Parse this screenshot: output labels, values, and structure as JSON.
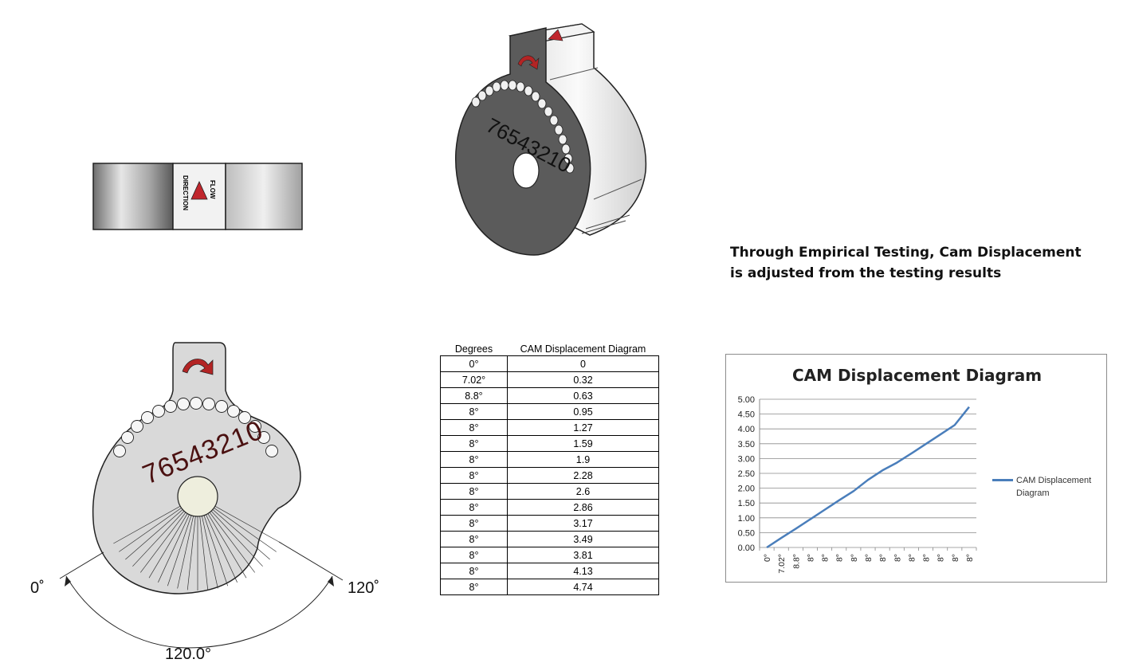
{
  "drawing": {
    "flow_label": "FLOW",
    "direction_label": "DIRECTION",
    "dial_digits": "76543210",
    "angle_left": "0˚",
    "angle_right": "120˚",
    "angle_span": "120.0°"
  },
  "note": {
    "line1": "Through Empirical Testing, Cam Displacement",
    "line2": "is adjusted from the testing results"
  },
  "table": {
    "headers": [
      "Degrees",
      "CAM Displacement Diagram"
    ],
    "rows": [
      [
        "0°",
        "0"
      ],
      [
        "7.02°",
        "0.32"
      ],
      [
        "8.8°",
        "0.63"
      ],
      [
        "8°",
        "0.95"
      ],
      [
        "8°",
        "1.27"
      ],
      [
        "8°",
        "1.59"
      ],
      [
        "8°",
        "1.9"
      ],
      [
        "8°",
        "2.28"
      ],
      [
        "8°",
        "2.6"
      ],
      [
        "8°",
        "2.86"
      ],
      [
        "8°",
        "3.17"
      ],
      [
        "8°",
        "3.49"
      ],
      [
        "8°",
        "3.81"
      ],
      [
        "8°",
        "4.13"
      ],
      [
        "8°",
        "4.74"
      ]
    ]
  },
  "chart_data": {
    "type": "line",
    "title": "CAM Displacement Diagram",
    "categories": [
      "0°",
      "7.02°",
      "8.8°",
      "8°",
      "8°",
      "8°",
      "8°",
      "8°",
      "8°",
      "8°",
      "8°",
      "8°",
      "8°",
      "8°",
      "8°"
    ],
    "series": [
      {
        "name": "CAM Displacement Diagram",
        "values": [
          0,
          0.32,
          0.63,
          0.95,
          1.27,
          1.59,
          1.9,
          2.28,
          2.6,
          2.86,
          3.17,
          3.49,
          3.81,
          4.13,
          4.74
        ],
        "color": "#4a7ebb"
      }
    ],
    "ylim": [
      0,
      5
    ],
    "yticks": [
      "0.00",
      "0.50",
      "1.00",
      "1.50",
      "2.00",
      "2.50",
      "3.00",
      "3.50",
      "4.00",
      "4.50",
      "5.00"
    ],
    "grid": true,
    "legend": "right"
  }
}
